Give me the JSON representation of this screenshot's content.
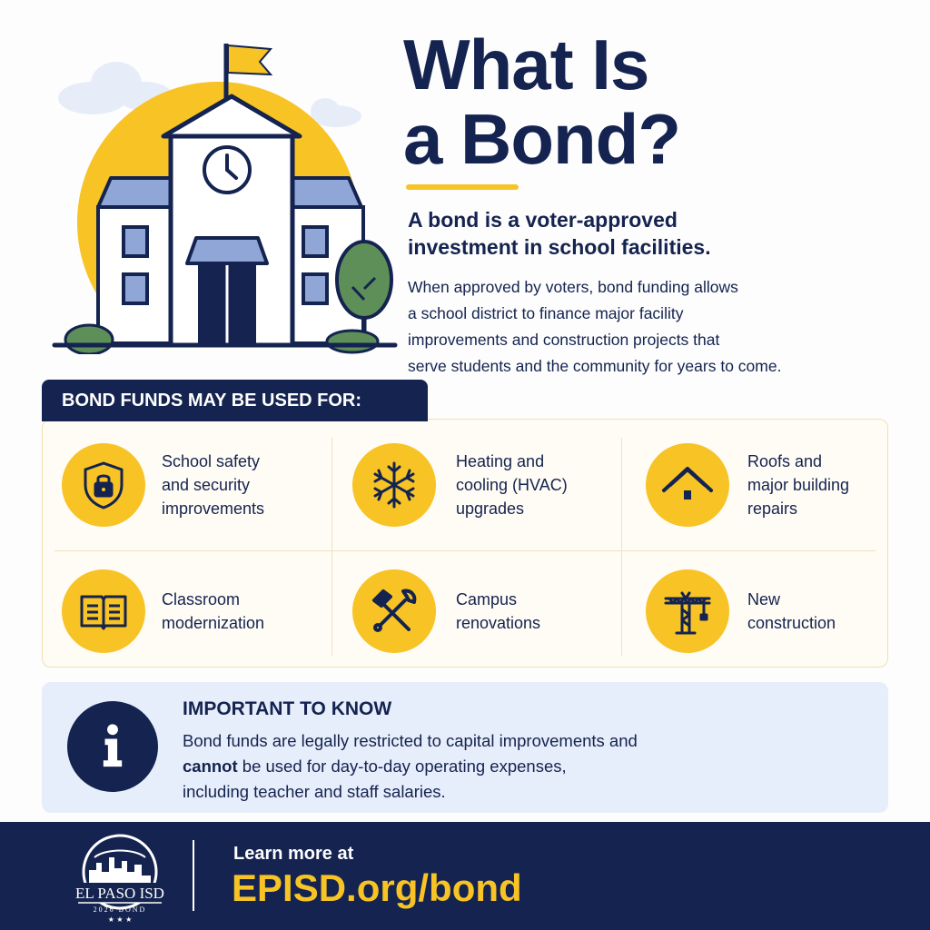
{
  "header": {
    "title_line1": "What Is",
    "title_line2": "a Bond?",
    "subtitle_line1": "A bond is a voter-approved",
    "subtitle_line2": "investment in school facilities.",
    "intro_lines": [
      "When approved by voters, bond funding allows",
      "a school district to finance major facility",
      "improvements and construction projects that",
      "serve students and the community for years to come."
    ]
  },
  "uses": {
    "heading": "BOND FUNDS MAY BE USED FOR:",
    "items": [
      {
        "icon": "shield-lock-icon",
        "lines": [
          "School safety",
          "and security",
          "improvements"
        ]
      },
      {
        "icon": "snowflake-icon",
        "lines": [
          "Heating and",
          "cooling (HVAC)",
          "upgrades"
        ]
      },
      {
        "icon": "roof-icon",
        "lines": [
          "Roofs and",
          "major building",
          "repairs"
        ]
      },
      {
        "icon": "book-icon",
        "lines": [
          "Classroom",
          "modernization"
        ]
      },
      {
        "icon": "hammer-wrench-icon",
        "lines": [
          "Campus",
          "renovations"
        ]
      },
      {
        "icon": "crane-icon",
        "lines": [
          "New",
          "construction"
        ]
      }
    ]
  },
  "important": {
    "title": "IMPORTANT TO KNOW",
    "line1": "Bond funds are legally restricted to capital improvements and",
    "line2_bold": "cannot",
    "line2_rest": " be used for day-to-day operating expenses,",
    "line3": "including teacher and staff salaries."
  },
  "footer": {
    "logo_text": "EL PASO ISD",
    "logo_subtext": "2026 BOND",
    "learn_more": "Learn more at",
    "url": "EPISD.org/bond"
  },
  "colors": {
    "navy": "#14234f",
    "yellow": "#f7c325",
    "light_blue": "#e7eefb",
    "cream": "#fffcf5"
  }
}
